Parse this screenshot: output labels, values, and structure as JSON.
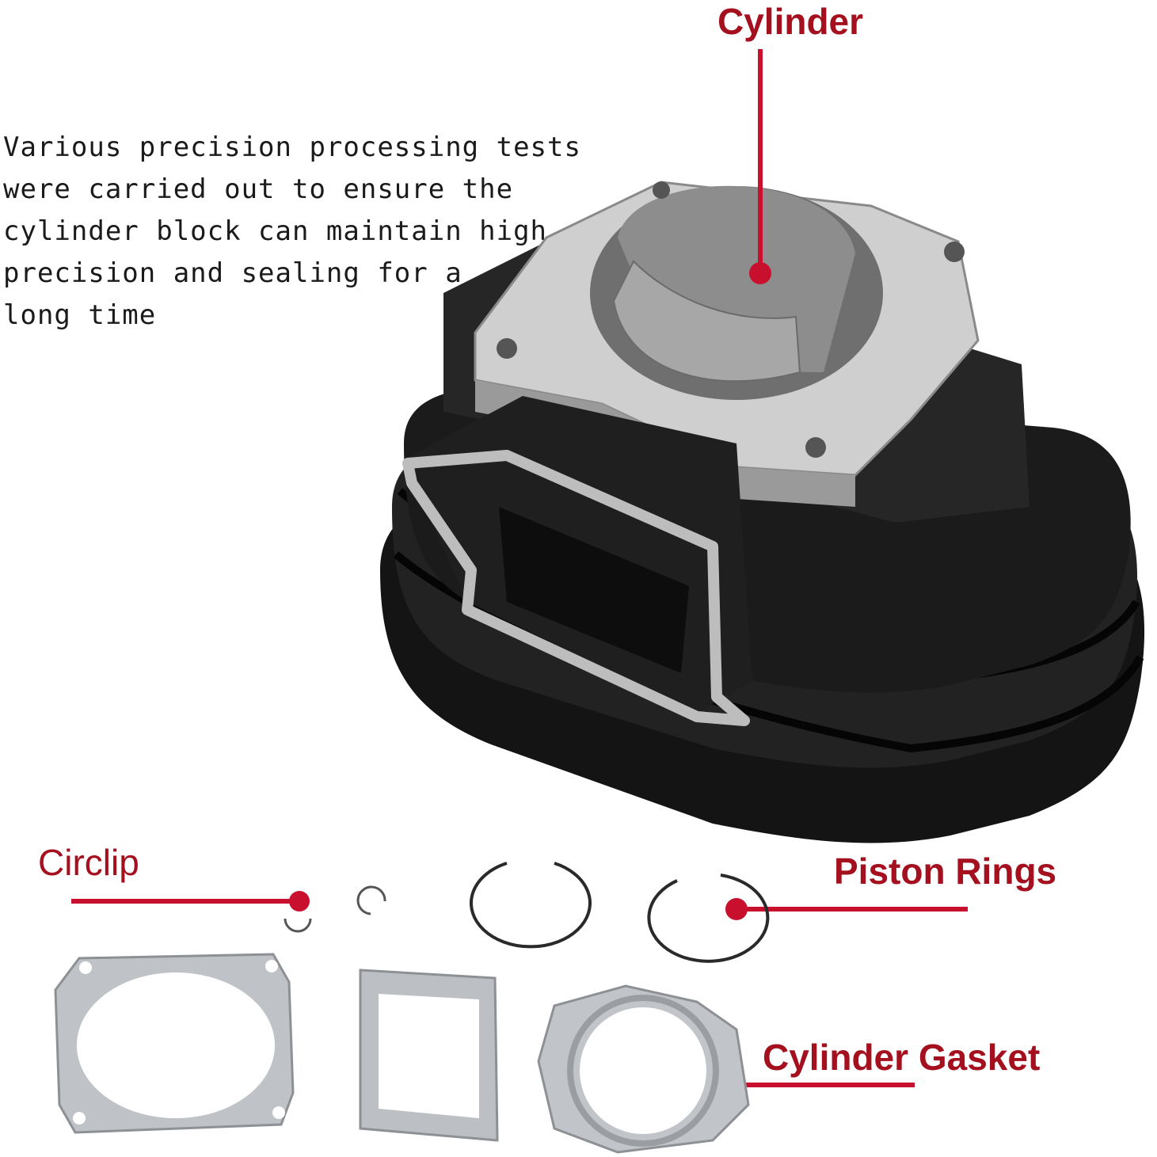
{
  "description": {
    "lines": [
      "Various precision processing tests",
      "were carried out to ensure the",
      "cylinder block can maintain high",
      "precision and sealing for a",
      "long time"
    ]
  },
  "labels": {
    "cylinder": "Cylinder",
    "circlip": "Circlip",
    "piston_rings": "Piston Rings",
    "cylinder_gasket": "Cylinder Gasket"
  },
  "colors": {
    "callout": "#c8102e",
    "label_text": "#a5101f",
    "body_text": "#1a1a1a",
    "cylinder_body": "#1c1c1c",
    "aluminum": "#c9c9c9",
    "gasket": "#b9bcc0"
  }
}
